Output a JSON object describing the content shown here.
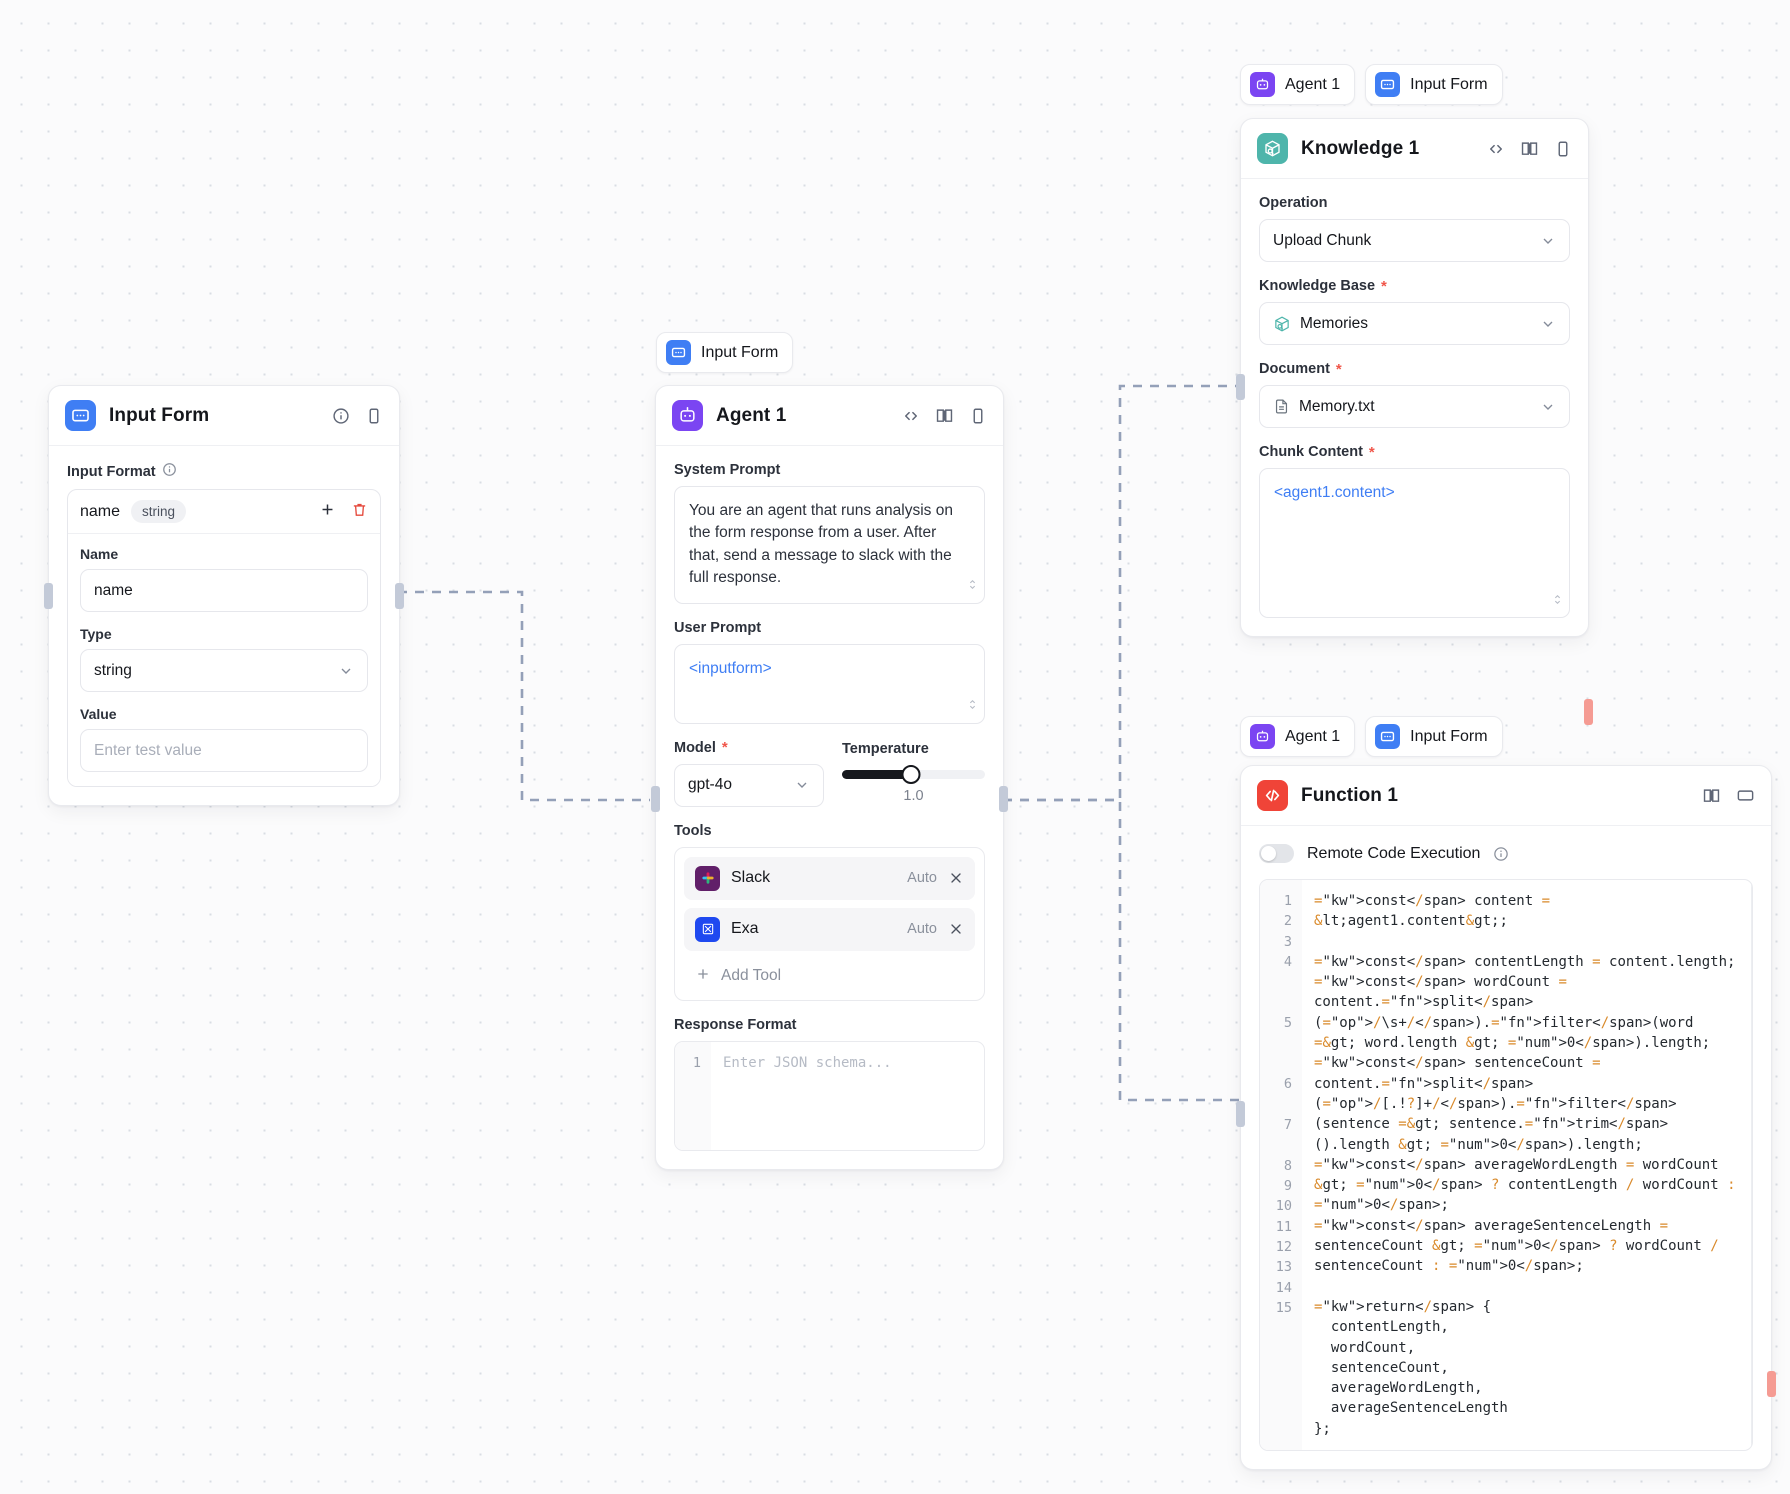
{
  "canvas": {
    "background": "#fbfbfc",
    "dot_color": "#d9dde3"
  },
  "nodes": {
    "input_form": {
      "title": "Input Form",
      "icon": "input-form-icon",
      "accent": "#3f7ef4",
      "header_icons": [
        "info-icon",
        "panel-icon"
      ],
      "input_format": {
        "label": "Input Format",
        "info_icon": "info-icon",
        "entry_name": "name",
        "entry_type_badge": "string",
        "add_icon": "plus-icon",
        "delete_icon": "trash-icon",
        "name_label": "Name",
        "name_value": "name",
        "type_label": "Type",
        "type_value": "string",
        "value_label": "Value",
        "value_placeholder": "Enter test value"
      }
    },
    "agent": {
      "chip_label": "Input Form",
      "chip_icon": "input-form-icon",
      "title": "Agent 1",
      "icon": "agent-icon",
      "accent": "#7b45f2",
      "header_icons": [
        "code-icon",
        "book-icon",
        "panel-icon"
      ],
      "system_prompt_label": "System Prompt",
      "system_prompt_value": "You are an agent that runs analysis on the form response from a user. After that, send a message to slack with the full response.",
      "user_prompt_label": "User Prompt",
      "user_prompt_value": "<inputform>",
      "model_label": "Model",
      "model_value": "gpt-4o",
      "temperature_label": "Temperature",
      "temperature_value": "1.0",
      "temperature_fill_pct": 48,
      "tools_label": "Tools",
      "tools": [
        {
          "name": "Slack",
          "mode": "Auto",
          "icon": "slack-icon",
          "remove_icon": "close-icon"
        },
        {
          "name": "Exa",
          "mode": "Auto",
          "icon": "exa-icon",
          "remove_icon": "close-icon"
        }
      ],
      "add_tool_label": "Add Tool",
      "add_tool_icon": "plus-icon",
      "response_format_label": "Response Format",
      "response_format_line_number": "1",
      "response_format_placeholder": "Enter JSON schema..."
    },
    "knowledge": {
      "chips": [
        {
          "label": "Agent 1",
          "icon": "agent-icon",
          "accent": "#7b45f2"
        },
        {
          "label": "Input Form",
          "icon": "input-form-icon",
          "accent": "#3f7ef4"
        }
      ],
      "title": "Knowledge 1",
      "icon": "knowledge-icon",
      "accent": "#4eb5ab",
      "header_icons": [
        "code-icon",
        "book-icon",
        "panel-icon"
      ],
      "operation_label": "Operation",
      "operation_value": "Upload Chunk",
      "knowledge_base_label": "Knowledge Base",
      "knowledge_base_value": "Memories",
      "knowledge_base_icon": "knowledge-icon",
      "document_label": "Document",
      "document_value": "Memory.txt",
      "document_icon": "file-icon",
      "chunk_content_label": "Chunk Content",
      "chunk_content_value": "<agent1.content>"
    },
    "function": {
      "chips": [
        {
          "label": "Agent 1",
          "icon": "agent-icon",
          "accent": "#7b45f2"
        },
        {
          "label": "Input Form",
          "icon": "input-form-icon",
          "accent": "#3f7ef4"
        }
      ],
      "title": "Function 1",
      "icon": "function-icon",
      "accent": "#f04438",
      "header_icons": [
        "book-icon",
        "window-icon"
      ],
      "remote_code_label": "Remote Code Execution",
      "remote_code_info_icon": "info-icon",
      "remote_code_enabled": false,
      "code_line_numbers": [
        "1",
        "2",
        "3",
        "4",
        "5",
        "6",
        "7",
        "8",
        "9",
        "10",
        "11",
        "12",
        "13",
        "14",
        "15"
      ],
      "code": "const content = <agent1.content>;\n\nconst contentLength = content.length;\nconst wordCount = content.split(/\\s+/).filter(word => word.length > 0).length;\nconst sentenceCount = content.split(/[.!?]+/).filter(sentence => sentence.trim().length > 0).length;\nconst averageWordLength = wordCount > 0 ? contentLength / wordCount : 0;\nconst averageSentenceLength = sentenceCount > 0 ? wordCount / sentenceCount : 0;\n\nreturn {\n  contentLength,\n  wordCount,\n  sentenceCount,\n  averageWordLength,\n  averageSentenceLength\n};"
    }
  }
}
